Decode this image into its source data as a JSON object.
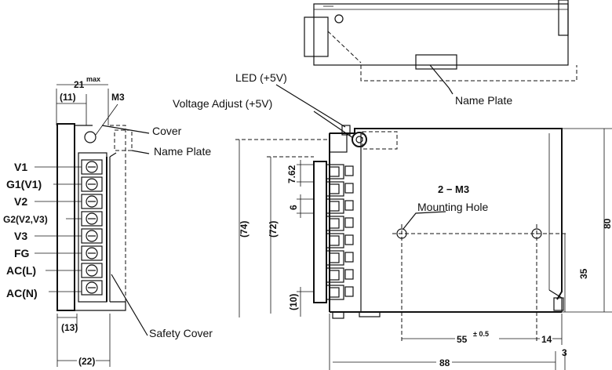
{
  "labels": {
    "led": "LED (+5V)",
    "voltage_adjust": "Voltage Adjust (+5V)",
    "cover": "Cover",
    "name_plate_side": "Name Plate",
    "name_plate_top": "Name Plate",
    "safety_cover": "Safety Cover",
    "screw": "M3",
    "mounting_count": "2 − M3",
    "mounting_hole": "Mounting Hole"
  },
  "terminals": [
    "V1",
    "G1(V1)",
    "V2",
    "G2(V2,V3)",
    "V3",
    "FG",
    "AC(L)",
    "AC(N)"
  ],
  "dimensions": {
    "width_max": "21",
    "width_max_suffix": "max",
    "d11": "(11)",
    "d13": "(13)",
    "d22": "(22)",
    "d74": "(74)",
    "d72": "(72)",
    "d762": "7.62",
    "d6": "6",
    "d10": "(10)",
    "d80": "80",
    "d35": "35",
    "d55": "55",
    "d55_tol": "± 0.5",
    "d14": "14",
    "d88": "88",
    "d3": "3"
  }
}
